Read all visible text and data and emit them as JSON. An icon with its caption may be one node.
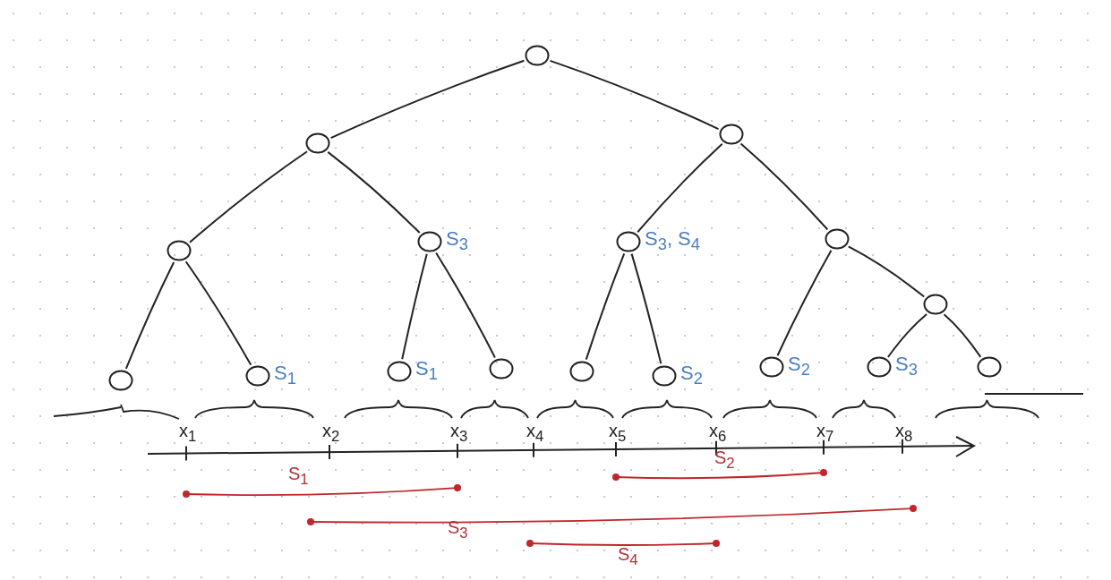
{
  "diagram": {
    "nodes": [
      {
        "text": [],
        "shape": "circle"
      },
      {
        "text": [],
        "shape": "circle"
      },
      {
        "text": [],
        "shape": "circle"
      },
      {
        "text": [],
        "shape": "circle"
      },
      {
        "text": [],
        "shape": "circle",
        "beside": [
          "S$_{3}$"
        ]
      },
      {
        "text": [],
        "shape": "circle",
        "beside": [
          "S$_{3}$, S$_{4}$"
        ]
      },
      {
        "text": [],
        "shape": "circle"
      },
      {
        "text": [],
        "shape": "circle"
      },
      {
        "text": [],
        "shape": "circle"
      },
      {
        "text": [],
        "shape": "circle",
        "beside": [
          "S$_{1}$"
        ]
      },
      {
        "text": [],
        "shape": "circle",
        "beside": [
          "S$_{1}$"
        ]
      },
      {
        "text": [],
        "shape": "circle"
      },
      {
        "text": [],
        "shape": "circle"
      },
      {
        "text": [],
        "shape": "circle",
        "beside": [
          "S$_{2}$"
        ]
      },
      {
        "text": [],
        "shape": "circle",
        "beside": [
          "S$_{2}$"
        ]
      },
      {
        "text": [],
        "shape": "circle",
        "beside": [
          "S$_{3}$"
        ]
      },
      {
        "text": [],
        "shape": "circle"
      }
    ],
    "edges": [
      {
        "from": 0,
        "to": 1,
        "arrow": "none"
      },
      {
        "from": 0,
        "to": 2,
        "arrow": "none"
      },
      {
        "from": 1,
        "to": 3,
        "arrow": "none"
      },
      {
        "from": 1,
        "to": 4,
        "arrow": "none"
      },
      {
        "from": 2,
        "to": 5,
        "arrow": "none"
      },
      {
        "from": 2,
        "to": 6,
        "arrow": "none"
      },
      {
        "from": 6,
        "to": 7,
        "arrow": "none"
      },
      {
        "from": 3,
        "to": 8,
        "arrow": "none"
      },
      {
        "from": 3,
        "to": 9,
        "arrow": "none"
      },
      {
        "from": 4,
        "to": 10,
        "arrow": "none"
      },
      {
        "from": 4,
        "to": 11,
        "arrow": "none"
      },
      {
        "from": 5,
        "to": 12,
        "arrow": "none"
      },
      {
        "from": 5,
        "to": 13,
        "arrow": "none"
      },
      {
        "from": 6,
        "to": 14,
        "arrow": "none"
      },
      {
        "from": 7,
        "to": 15,
        "arrow": "none"
      },
      {
        "from": 7,
        "to": 16,
        "arrow": "none"
      }
    ],
    "labels": [
      "x$_{1}$",
      "x$_{2}$",
      "x$_{3}$",
      "x$_{4}$",
      "x$_{5}$",
      "x$_{6}$",
      "x$_{7}$",
      "x$_{8}$",
      "S$_{2}$",
      "S$_{1}$",
      "S$_{3}$",
      "S$_{4}$"
    ]
  }
}
